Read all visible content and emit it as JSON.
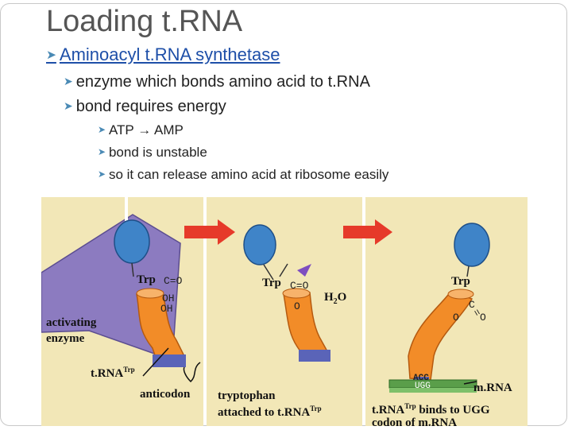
{
  "slide": {
    "title": "Loading t.RNA",
    "bullets": {
      "b1": "Aminoacyl t.RNA synthetase",
      "b2": "enzyme which bonds amino acid to t.RNA",
      "b3": "bond requires energy",
      "b4_left": "ATP",
      "b4_arrow": "→",
      "b4_right": "AMP",
      "b5": "bond is unstable",
      "b6": "so it can release amino acid at ribosome easily"
    }
  },
  "figure": {
    "colors": {
      "background": "#f2e7b7",
      "trna": "#f28c28",
      "enzyme": "#8c7bc0",
      "arrow": "#e63a2a",
      "mrna": "#5a9e4a",
      "amino_acid": "#2a7fd0"
    },
    "panel1": {
      "trp": "Trp",
      "co": "C=O",
      "oh1": "OH",
      "oh2": "OH",
      "enzyme_line1": "activating",
      "enzyme_line2": "enzyme",
      "trna_base": "t.RNA",
      "trna_sup": "Trp",
      "anticodon": "anticodon"
    },
    "panel2": {
      "trp": "Trp",
      "co": "C=O",
      "o": "O",
      "h2o_h": "H",
      "h2o_sub": "2",
      "h2o_o": "O",
      "caption_line1": "tryptophan",
      "caption_line2_base": "attached to t.RNA",
      "caption_line2_sup": "Trp"
    },
    "panel3": {
      "trp": "Trp",
      "c": "C",
      "eq": "=",
      "o_side": "O",
      "o_bottom": "O",
      "anticodon_bases": "ACC",
      "codon": "UGG",
      "mrna": "m.RNA",
      "caption_line1_base": "t.RNA",
      "caption_line1_sup": "Trp",
      "caption_line1_rest": " binds to UGG",
      "caption_line2": "codon of m.RNA"
    }
  }
}
